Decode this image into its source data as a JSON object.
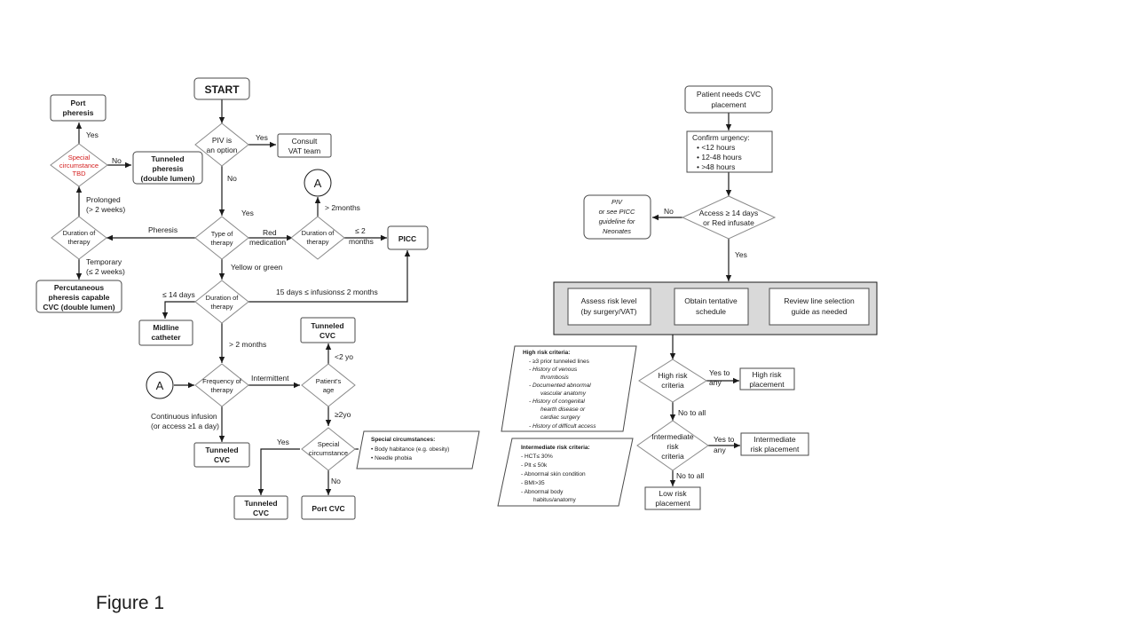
{
  "caption": "Figure 1",
  "left": {
    "start": "START",
    "port_pheresis": [
      "Port",
      "pheresis"
    ],
    "special_tbd": [
      "Special",
      "circumstance",
      "TBD"
    ],
    "tunneled_pheresis": [
      "Tunneled",
      "pheresis",
      "(double lumen)"
    ],
    "piv_option": [
      "PIV is",
      "an option"
    ],
    "consult_vat": [
      "Consult",
      "VAT team"
    ],
    "connector_a": "A",
    "duration_left": [
      "Duration of",
      "therapy"
    ],
    "type_of_therapy": [
      "Type of",
      "therapy"
    ],
    "duration_right": [
      "Duration of",
      "therapy"
    ],
    "picc": "PICC",
    "percutaneous": [
      "Percutaneous",
      "pheresis capable",
      "CVC (double lumen)"
    ],
    "duration_mid": [
      "Duration of",
      "therapy"
    ],
    "midline": [
      "Midline",
      "catheter"
    ],
    "tunneled_cvc_top": [
      "Tunneled",
      "CVC"
    ],
    "frequency": [
      "Frequency of",
      "therapy"
    ],
    "patients_age": [
      "Patient's",
      "age"
    ],
    "tunneled_cvc_bottom": [
      "Tunneled",
      "CVC"
    ],
    "special_circumstance": [
      "Special",
      "circumstance"
    ],
    "special_note_title": "Special circumstances:",
    "special_note_items": [
      "Body habitance (e.g. obesity)",
      "Needle phobia"
    ],
    "tunneled_cvc_lower": [
      "Tunneled",
      "CVC"
    ],
    "port_cvc": "Port CVC",
    "labels": {
      "yes_port": "Yes",
      "no_tunneled": "No",
      "yes_consult": "Yes",
      "no_piv": "No",
      "prolonged": [
        "Prolonged",
        "(> 2 weeks)"
      ],
      "pheresis": "Pheresis",
      "yes_type": "Yes",
      "red_medication": [
        "Red",
        "medication"
      ],
      "gt_2months": "> 2months",
      "le_2months": [
        "≤ 2",
        "months"
      ],
      "temporary": [
        "Temporary",
        "(≤ 2 weeks)"
      ],
      "yellow_green": "Yellow or green",
      "le_14days": "≤ 14 days",
      "days_15": "15 days ≤ infusions≤ 2 months",
      "gt_2_months": "> 2 months",
      "intermittent": "Intermittent",
      "lt_2yo": "<2 yo",
      "ge_2yo": "≥2yo",
      "continuous": [
        "Continuous infusion",
        "(or access ≥1 a day)"
      ],
      "yes_special": "Yes",
      "no_special": "No"
    }
  },
  "right": {
    "needs_cvc": [
      "Patient needs CVC",
      "placement"
    ],
    "confirm_urgency": "Confirm urgency:",
    "urgency_items": [
      "<12 hours",
      "12-48 hours",
      ">48 hours"
    ],
    "piv_neonates": [
      "PIV",
      "or see PICC",
      "guideline for",
      "Neonates"
    ],
    "access_14": [
      "Access ≥ 14 days",
      "or Red infusate"
    ],
    "assess_risk": [
      "Assess risk level",
      "(by surgery/VAT)"
    ],
    "obtain_schedule": [
      "Obtain tentative",
      "schedule"
    ],
    "review_guide": [
      "Review line selection",
      "guide as needed"
    ],
    "high_risk_criteria": [
      "High risk",
      "criteria"
    ],
    "high_risk_placement": [
      "High risk",
      "placement"
    ],
    "intermediate_criteria": [
      "Intermediate",
      "risk",
      "criteria"
    ],
    "intermediate_placement": [
      "Intermediate",
      "risk placement"
    ],
    "low_risk_placement": [
      "Low risk",
      "placement"
    ],
    "high_list_title": "High risk criteria:",
    "high_list": [
      "≥3 prior tunneled lines",
      "History of venous",
      "thrombosis",
      "Documented abnormal",
      "vascular anatomy",
      "History of congenital",
      "hearth disease or",
      "cardiac surgery",
      "History of difficult access"
    ],
    "inter_list_title": "Intermediate risk criteria:",
    "inter_list": [
      "HCT≤ 30%",
      "Plt ≤  50k",
      "Abnormal skin condition",
      "BMI>35",
      "Abnormal body",
      "habitus/anatomy"
    ],
    "labels": {
      "no_access": "No",
      "yes_access": "Yes",
      "yes_to_any_1": [
        "Yes to",
        "any"
      ],
      "no_to_all_1": "No to all",
      "yes_to_any_2": [
        "Yes to",
        "any"
      ],
      "no_to_all_2": "No to all"
    }
  },
  "colors": {
    "red_text": "#d42020",
    "panel_gray": "#d9d9d9",
    "diamond_stroke": "#8a8a8a"
  }
}
